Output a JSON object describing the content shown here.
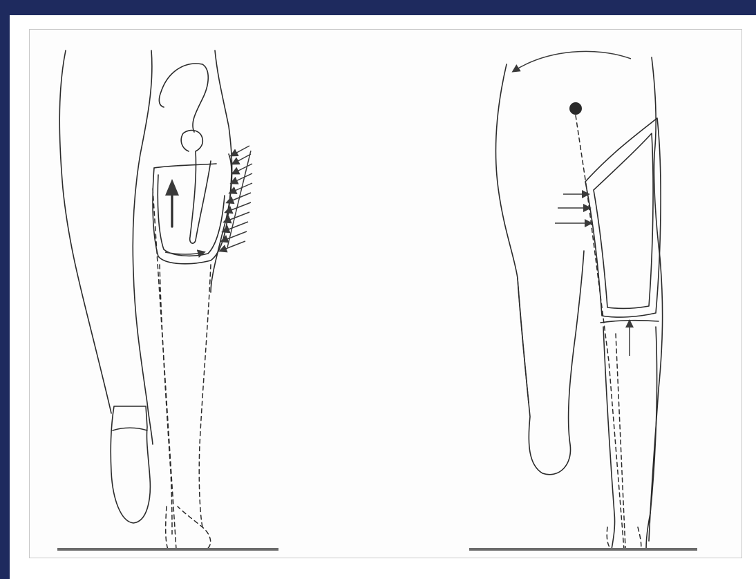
{
  "colors": {
    "frame_background": "#1e2a5e",
    "slide_background": "#ffffff",
    "ink": "#2a2a2a",
    "ground_line": "#6b6b6b"
  },
  "figures": [
    {
      "id": "left-figure",
      "view": "lateral",
      "contains": [
        "pelvis-bone",
        "femur",
        "prosthetic-socket",
        "force-arrows",
        "ground-line"
      ]
    },
    {
      "id": "right-figure",
      "view": "frontal",
      "contains": [
        "body-outline",
        "center-of-mass-dot",
        "prosthetic-socket",
        "force-arrows",
        "ground-line"
      ]
    }
  ]
}
